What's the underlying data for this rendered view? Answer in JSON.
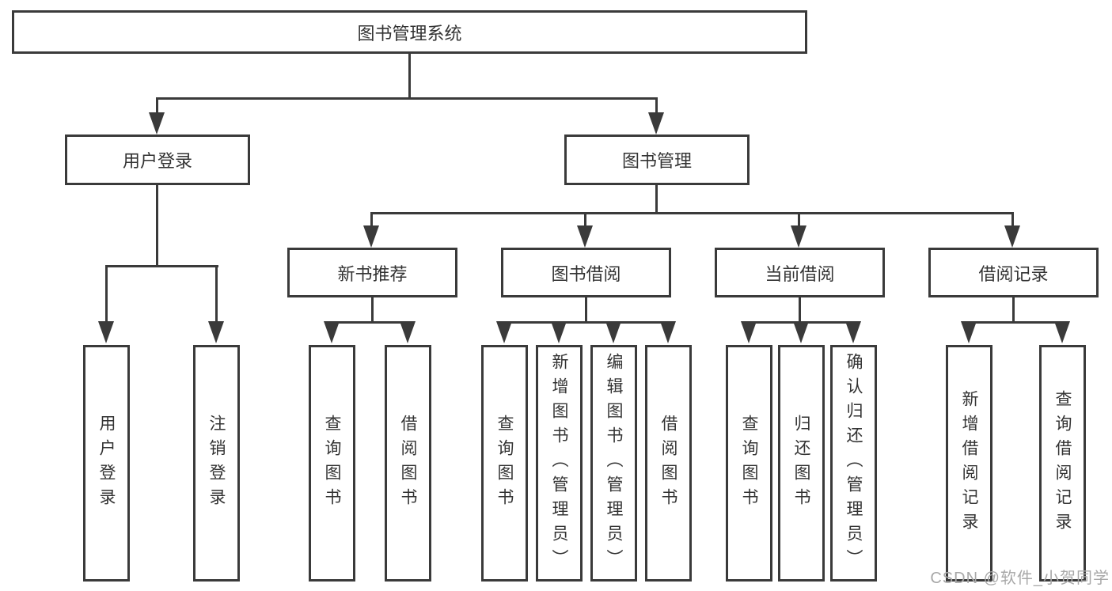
{
  "diagram": {
    "type": "tree",
    "root": {
      "label": "图书管理系统",
      "children": [
        {
          "label": "用户登录",
          "children": [
            {
              "label": "用户登录"
            },
            {
              "label": "注销登录"
            }
          ]
        },
        {
          "label": "图书管理",
          "children": [
            {
              "label": "新书推荐",
              "children": [
                {
                  "label": "查询图书"
                },
                {
                  "label": "借阅图书"
                }
              ]
            },
            {
              "label": "图书借阅",
              "children": [
                {
                  "label": "查询图书"
                },
                {
                  "label": "新增图书（管理员）"
                },
                {
                  "label": "编辑图书（管理员）"
                },
                {
                  "label": "借阅图书"
                }
              ]
            },
            {
              "label": "当前借阅",
              "children": [
                {
                  "label": "查询图书"
                },
                {
                  "label": "归还图书"
                },
                {
                  "label": "确认归还（管理员）"
                }
              ]
            },
            {
              "label": "借阅记录",
              "children": [
                {
                  "label": "新增借阅记录"
                },
                {
                  "label": "查询借阅记录"
                }
              ]
            }
          ]
        }
      ]
    },
    "colors": {
      "line": "#3a3a3a",
      "text": "#333333",
      "background": "#ffffff",
      "watermark": "#a8a8a8"
    }
  },
  "watermark": {
    "text": "CSDN @软件_小贺同学"
  }
}
